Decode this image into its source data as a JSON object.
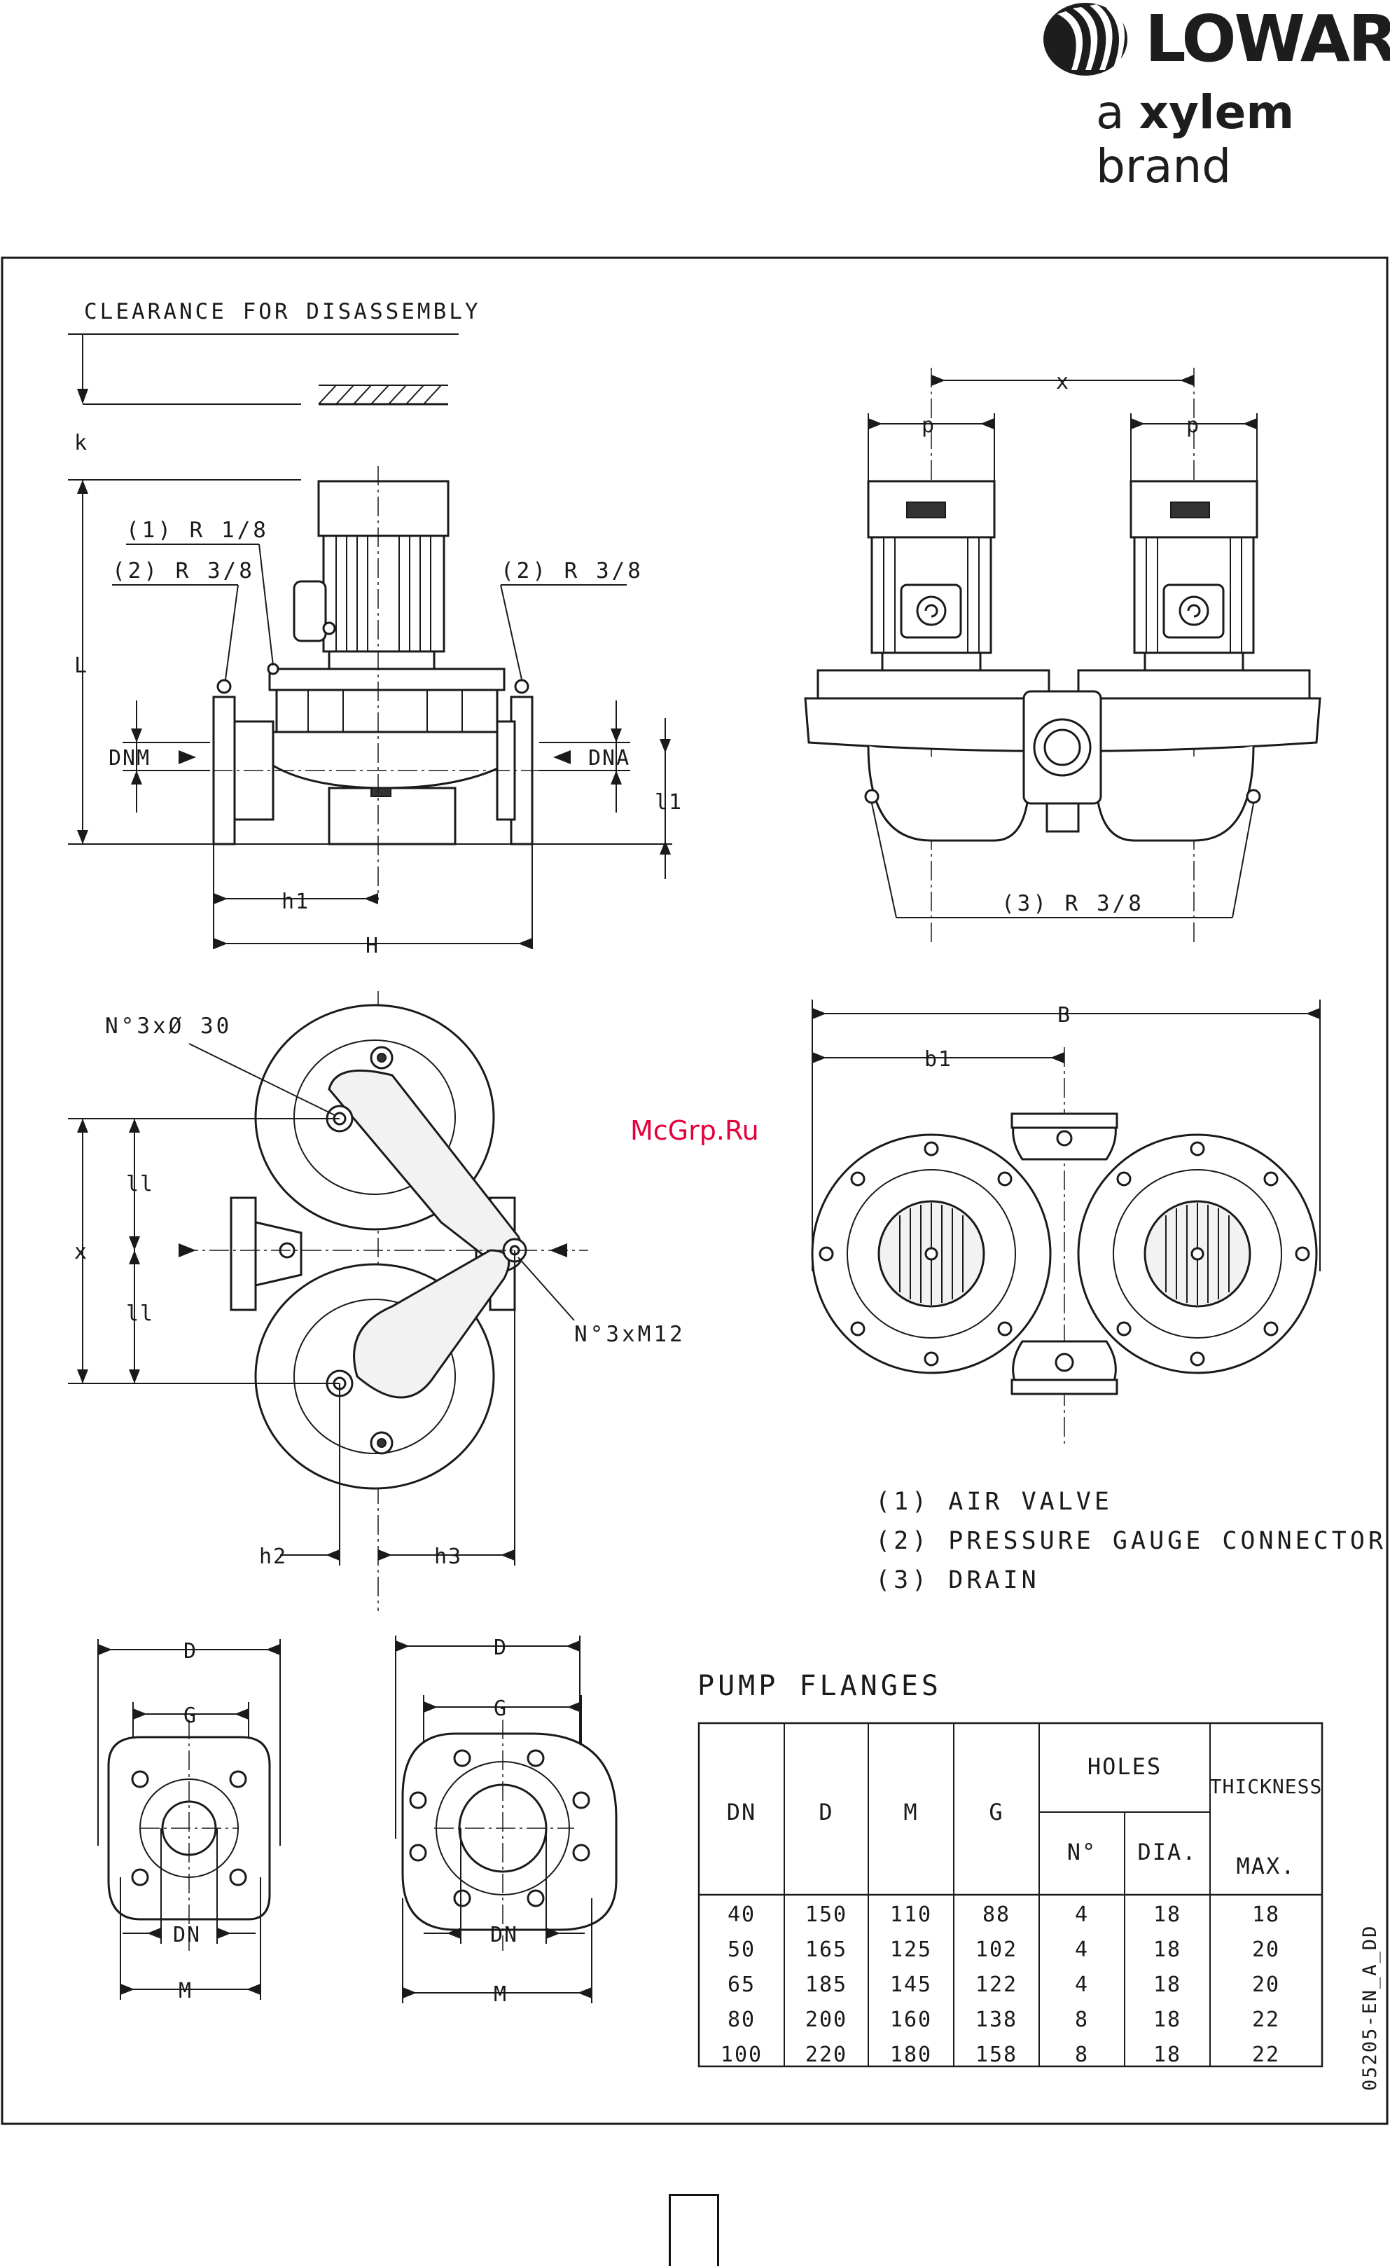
{
  "brand": {
    "name": "LOWARA",
    "tagline_prefix": "a",
    "tagline_brand": "xylem",
    "tagline_suffix": "brand"
  },
  "side_view": {
    "clearance_label": "CLEARANCE FOR DISASSEMBLY",
    "k": "k",
    "L": "L",
    "DNM": "DNM",
    "DNA": "DNA",
    "l1": "l1",
    "h1": "h1",
    "H": "H",
    "air_valve_callout": "(1) R 1/8",
    "gauge_left_callout": "(2) R 3/8",
    "gauge_right_callout": "(2) R 3/8"
  },
  "twin_view": {
    "x": "x",
    "p_left": "p",
    "p_right": "p",
    "drain_callout": "(3) R 3/8"
  },
  "plan_view": {
    "holes_callout": "N°3xØ 30",
    "screws_callout": "N°3xM12",
    "x": "x",
    "ll_upper": "ll",
    "ll_lower": "ll",
    "h2": "h2",
    "h3": "h3"
  },
  "watermark": "McGrp.Ru",
  "twin_plan_view": {
    "B": "B",
    "b1": "b1"
  },
  "legend": [
    "(1) AIR VALVE",
    "(2) PRESSURE GAUGE CONNECTOR",
    "(3) DRAIN"
  ],
  "flange_left": {
    "D": "D",
    "G": "G",
    "DN": "DN",
    "M": "M"
  },
  "flange_right": {
    "D": "D",
    "G": "G",
    "DN": "DN",
    "M": "M"
  },
  "table": {
    "title": "PUMP FLANGES",
    "headers": {
      "dn": "DN",
      "d": "D",
      "m": "M",
      "g": "G",
      "holes": "HOLES",
      "no": "N°",
      "dia": "DIA.",
      "thickness": "THICKNESS",
      "max": "MAX."
    },
    "rows": [
      [
        "40",
        "150",
        "110",
        "88",
        "4",
        "18",
        "18"
      ],
      [
        "50",
        "165",
        "125",
        "102",
        "4",
        "18",
        "20"
      ],
      [
        "65",
        "185",
        "145",
        "122",
        "4",
        "18",
        "20"
      ],
      [
        "80",
        "200",
        "160",
        "138",
        "8",
        "18",
        "22"
      ],
      [
        "100",
        "220",
        "180",
        "158",
        "8",
        "18",
        "22"
      ]
    ]
  },
  "drawing_code": "05205-EN_A_DD"
}
